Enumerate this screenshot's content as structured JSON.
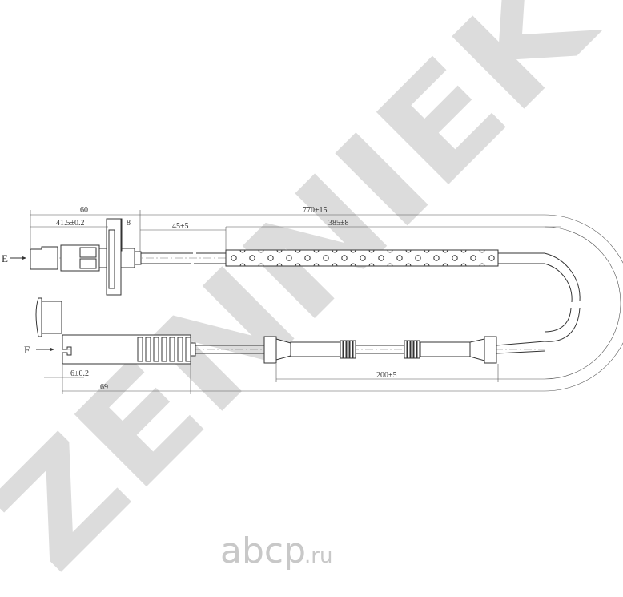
{
  "watermark": {
    "text": "ZENNIEK",
    "color": "#dcdcdc"
  },
  "logo": {
    "main": "abcp",
    "suffix": ".ru",
    "color": "#c8c8c8"
  },
  "views": {
    "top_label": "E",
    "bottom_label": "F"
  },
  "dimensions": {
    "overall_connector": "60",
    "connector_body": "41.5±0.2",
    "flange": "8",
    "cable_to_strip": "45±5",
    "strip_length": "385±8",
    "total_length": "770±15",
    "slot": "6±0.2",
    "sensor_length": "69",
    "grommet_spacing": "200±5"
  }
}
